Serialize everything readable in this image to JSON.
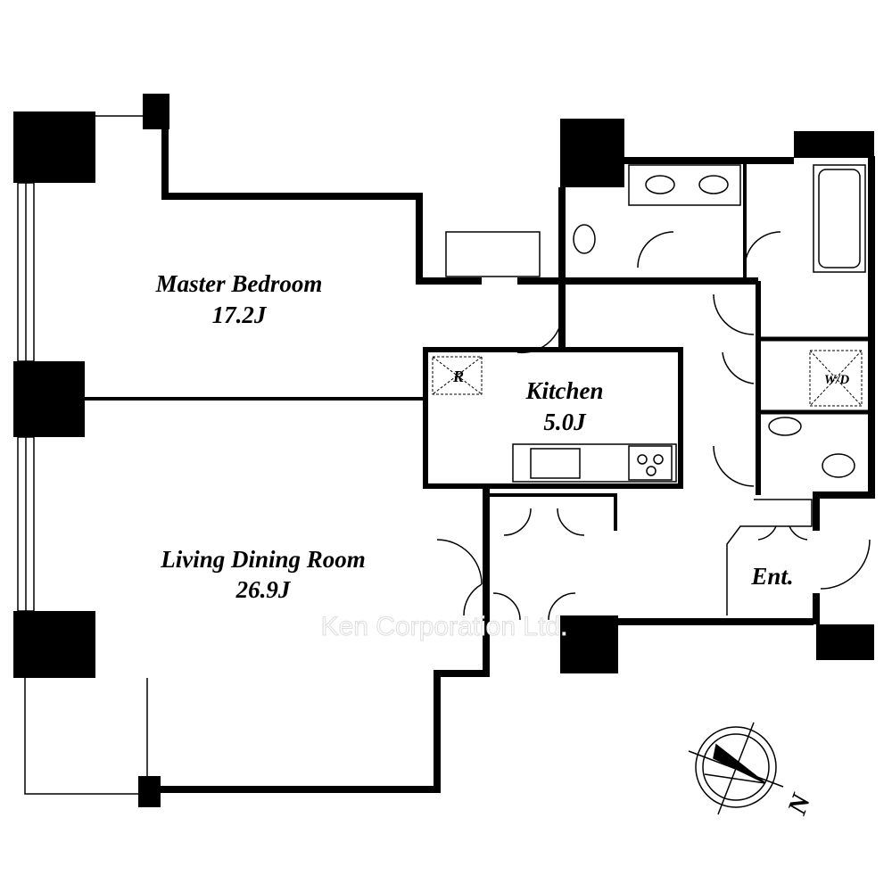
{
  "rooms": {
    "master_bedroom": {
      "name": "Master Bedroom",
      "size": "17.2J"
    },
    "kitchen": {
      "name": "Kitchen",
      "size": "5.0J"
    },
    "living_dining": {
      "name": "Living Dining Room",
      "size": "26.9J"
    },
    "entrance": {
      "name": "Ent."
    }
  },
  "appliances": {
    "refrigerator": "R",
    "washer_dryer": "W/D"
  },
  "compass": {
    "north_label": "N"
  },
  "watermark": "Ken Corporation Ltd.",
  "colors": {
    "wall": "#000000",
    "background": "#ffffff"
  }
}
